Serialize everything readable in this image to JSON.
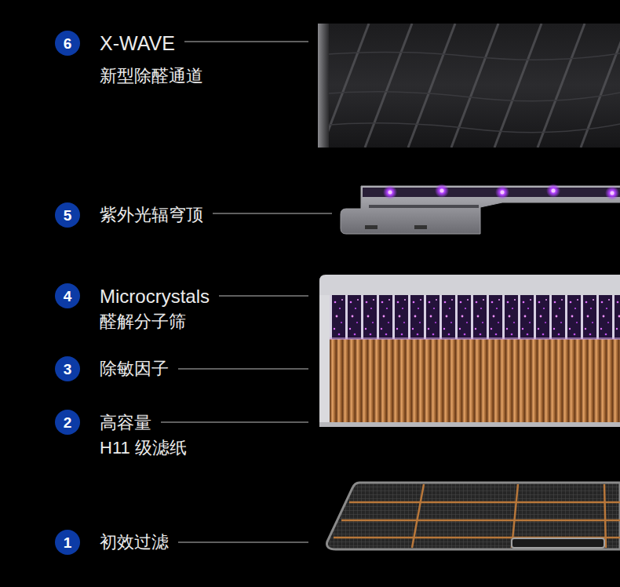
{
  "diagram": {
    "nodes": [
      {
        "text": [
          "6"
        ]
      },
      {
        "text": [
          "5"
        ]
      },
      {
        "text": [
          "4"
        ]
      },
      {
        "text": [
          "3"
        ]
      },
      {
        "text": [
          "2"
        ]
      },
      {
        "text": [
          "1"
        ]
      }
    ],
    "labels": [
      "X-WAVE",
      "新型除醛通道",
      "紫外光辐穹顶",
      "Microcrystals",
      "醛解分子筛",
      "除敏因子",
      "高容量",
      "H11 级滤纸",
      "初效过滤"
    ]
  }
}
